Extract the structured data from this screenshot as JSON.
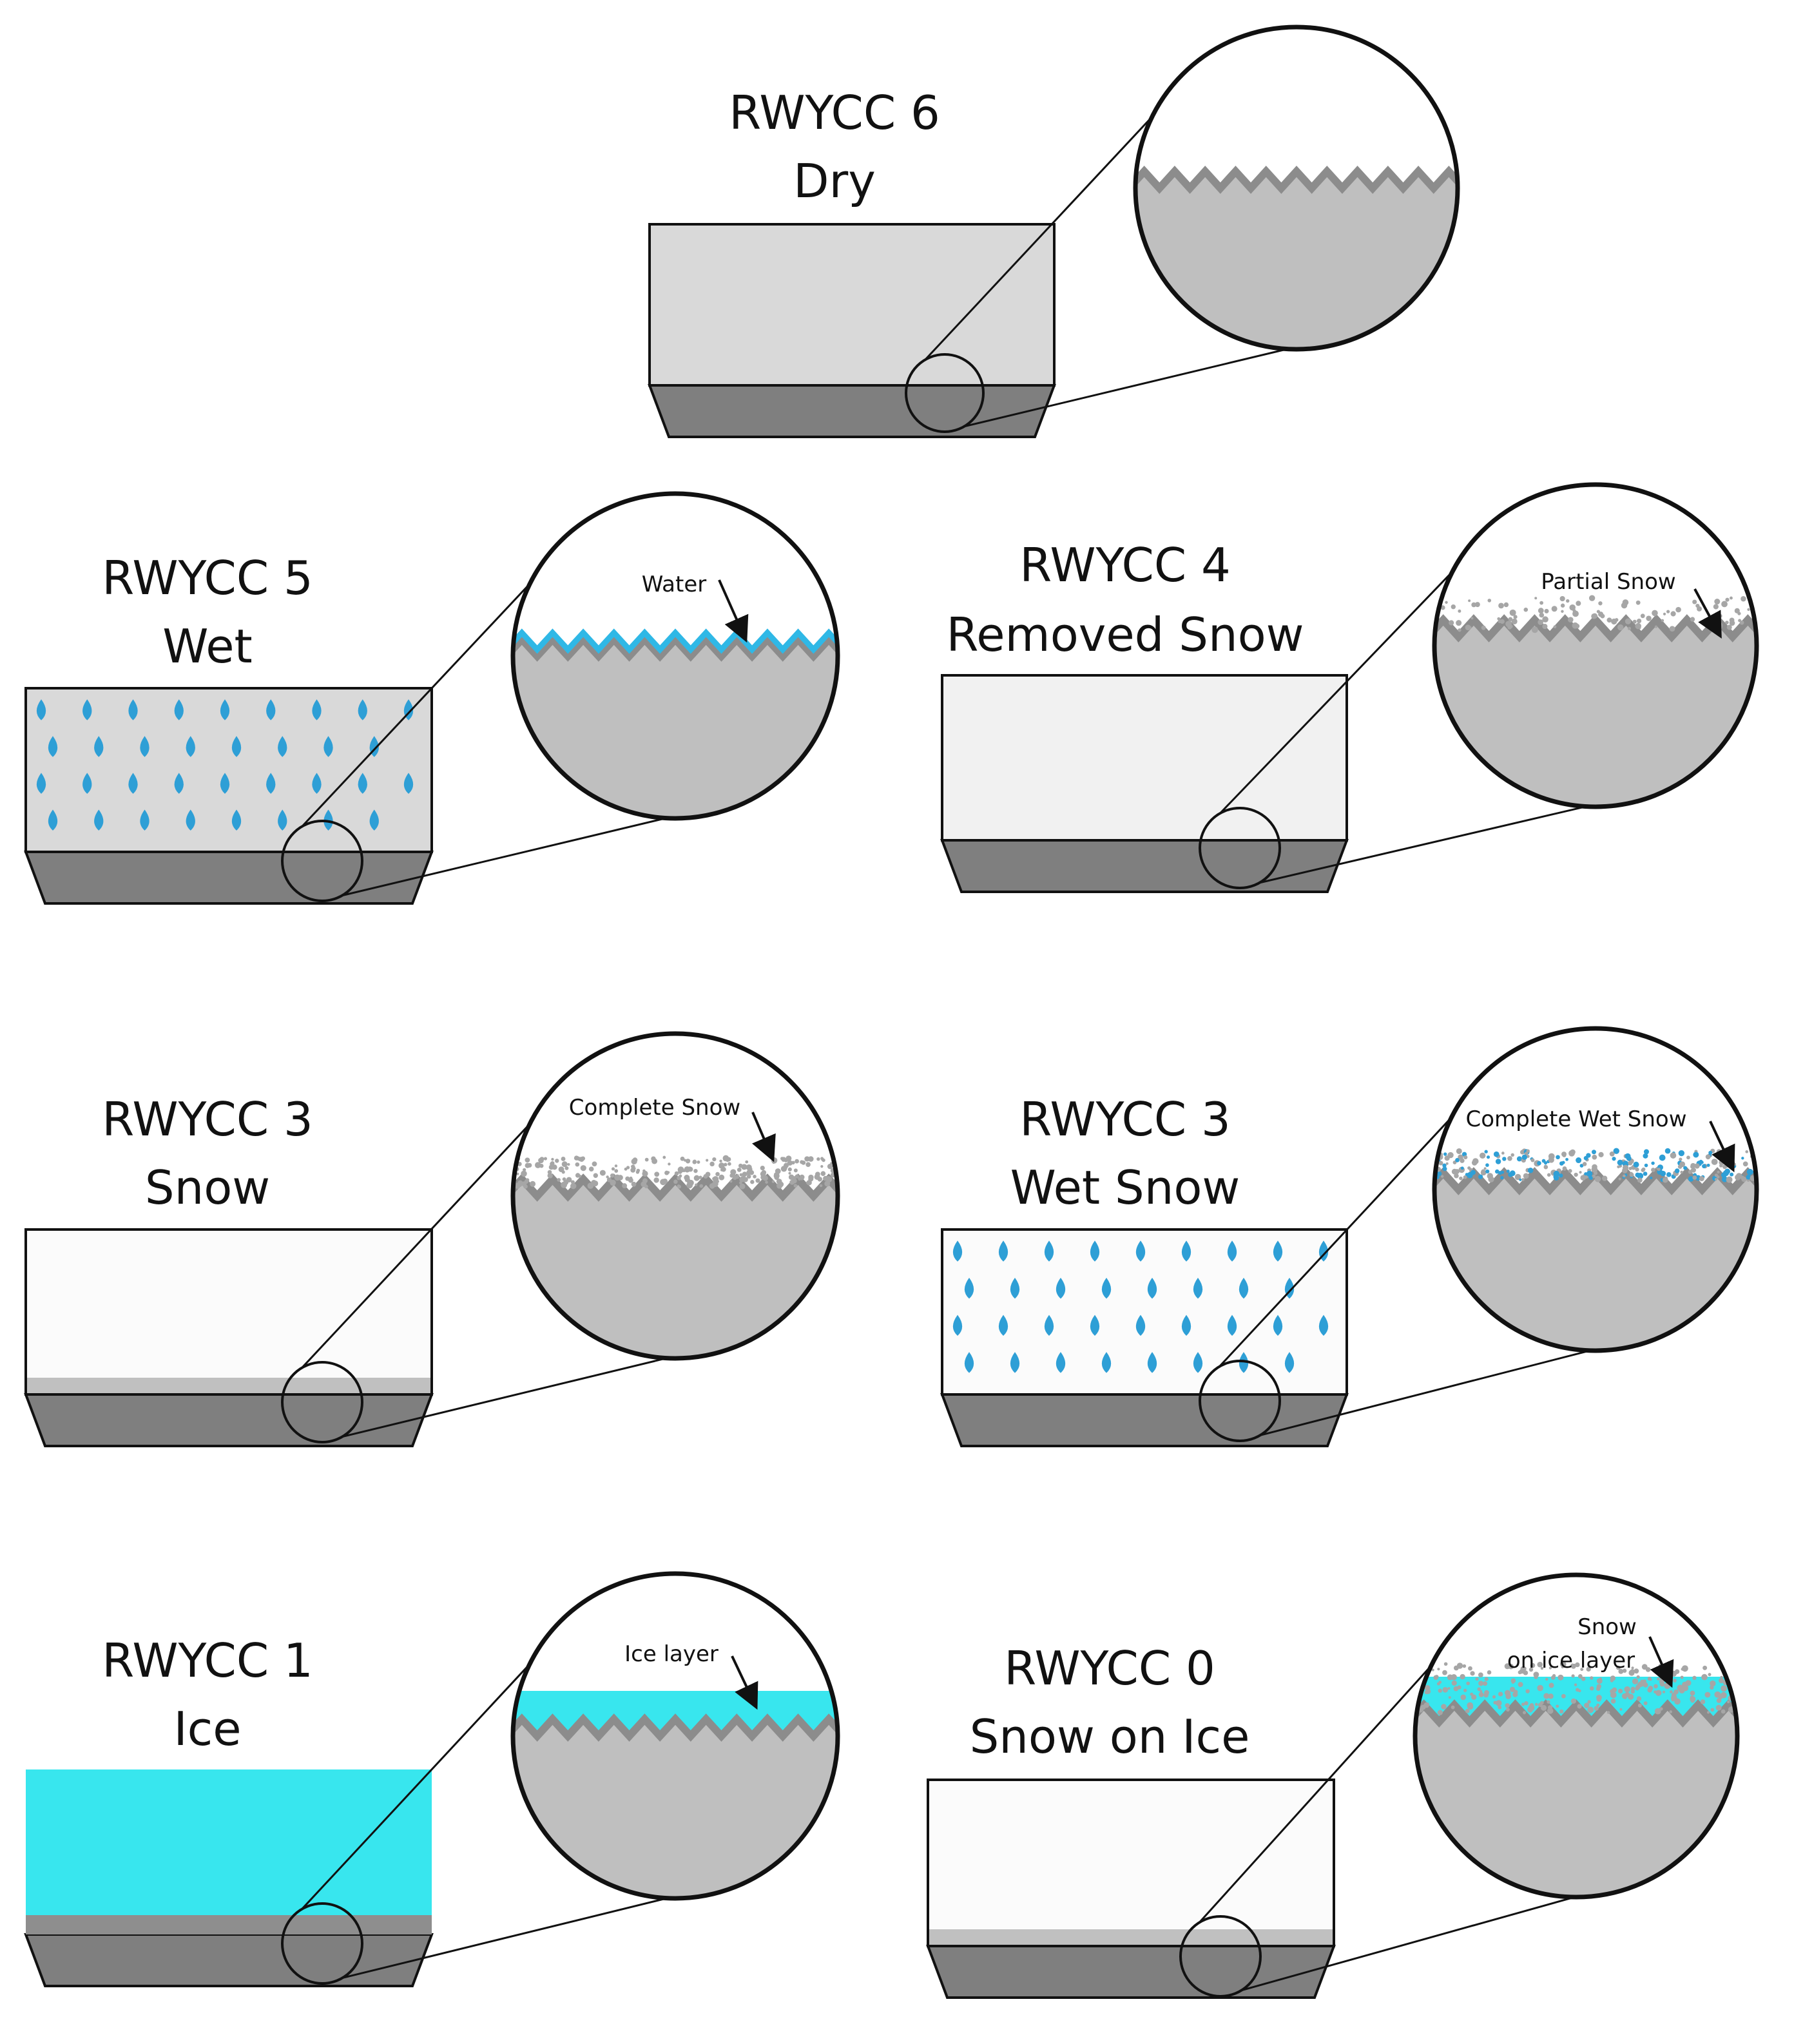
{
  "panels": [
    {
      "id": "dry",
      "code": "RWYCC 6",
      "condition": "Dry",
      "callout": null,
      "callout2": null,
      "surface": "dry"
    },
    {
      "id": "wet",
      "code": "RWYCC 5",
      "condition": "Wet",
      "callout": "Water",
      "callout2": null,
      "surface": "wet"
    },
    {
      "id": "removed-snow",
      "code": "RWYCC 4",
      "condition": "Removed Snow",
      "callout": "Partial Snow",
      "callout2": null,
      "surface": "partial-snow"
    },
    {
      "id": "snow",
      "code": "RWYCC 3",
      "condition": "Snow",
      "callout": "Complete Snow",
      "callout2": null,
      "surface": "snow"
    },
    {
      "id": "wet-snow",
      "code": "RWYCC 3",
      "condition": "Wet Snow",
      "callout": "Complete Wet Snow",
      "callout2": null,
      "surface": "wet-snow"
    },
    {
      "id": "ice",
      "code": "RWYCC 1",
      "condition": "Ice",
      "callout": "Ice layer",
      "callout2": null,
      "surface": "ice"
    },
    {
      "id": "snow-on-ice",
      "code": "RWYCC 0",
      "condition": "Snow on Ice",
      "callout": "Snow",
      "callout2": "on ice layer",
      "surface": "snow-on-ice"
    }
  ],
  "colors": {
    "pavement": "#d9d9d9",
    "base": "#7f7f7f",
    "zoom_fill": "#bfbfbf",
    "texture": "#8c8c8c",
    "water": "#2fb8e6",
    "drops": "#2e9fd6",
    "ice": "#38e6ee",
    "snow_dots": "#a6a6a6",
    "outline": "#111111"
  }
}
